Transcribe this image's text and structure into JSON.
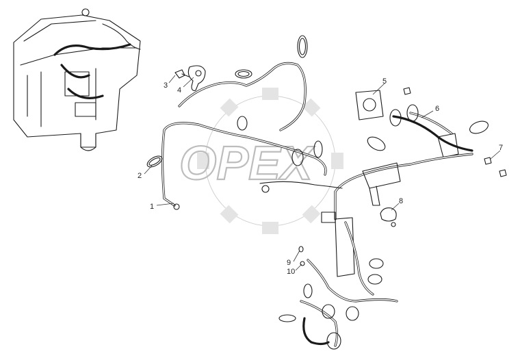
{
  "watermark": {
    "text": "OPEX"
  },
  "callouts": [
    {
      "id": "1",
      "label": "1"
    },
    {
      "id": "2",
      "label": "2"
    },
    {
      "id": "3",
      "label": "3"
    },
    {
      "id": "4",
      "label": "4"
    },
    {
      "id": "5",
      "label": "5"
    },
    {
      "id": "6",
      "label": "6"
    },
    {
      "id": "7",
      "label": "7"
    },
    {
      "id": "8",
      "label": "8"
    },
    {
      "id": "9",
      "label": "9"
    },
    {
      "id": "10",
      "label": "10"
    }
  ]
}
